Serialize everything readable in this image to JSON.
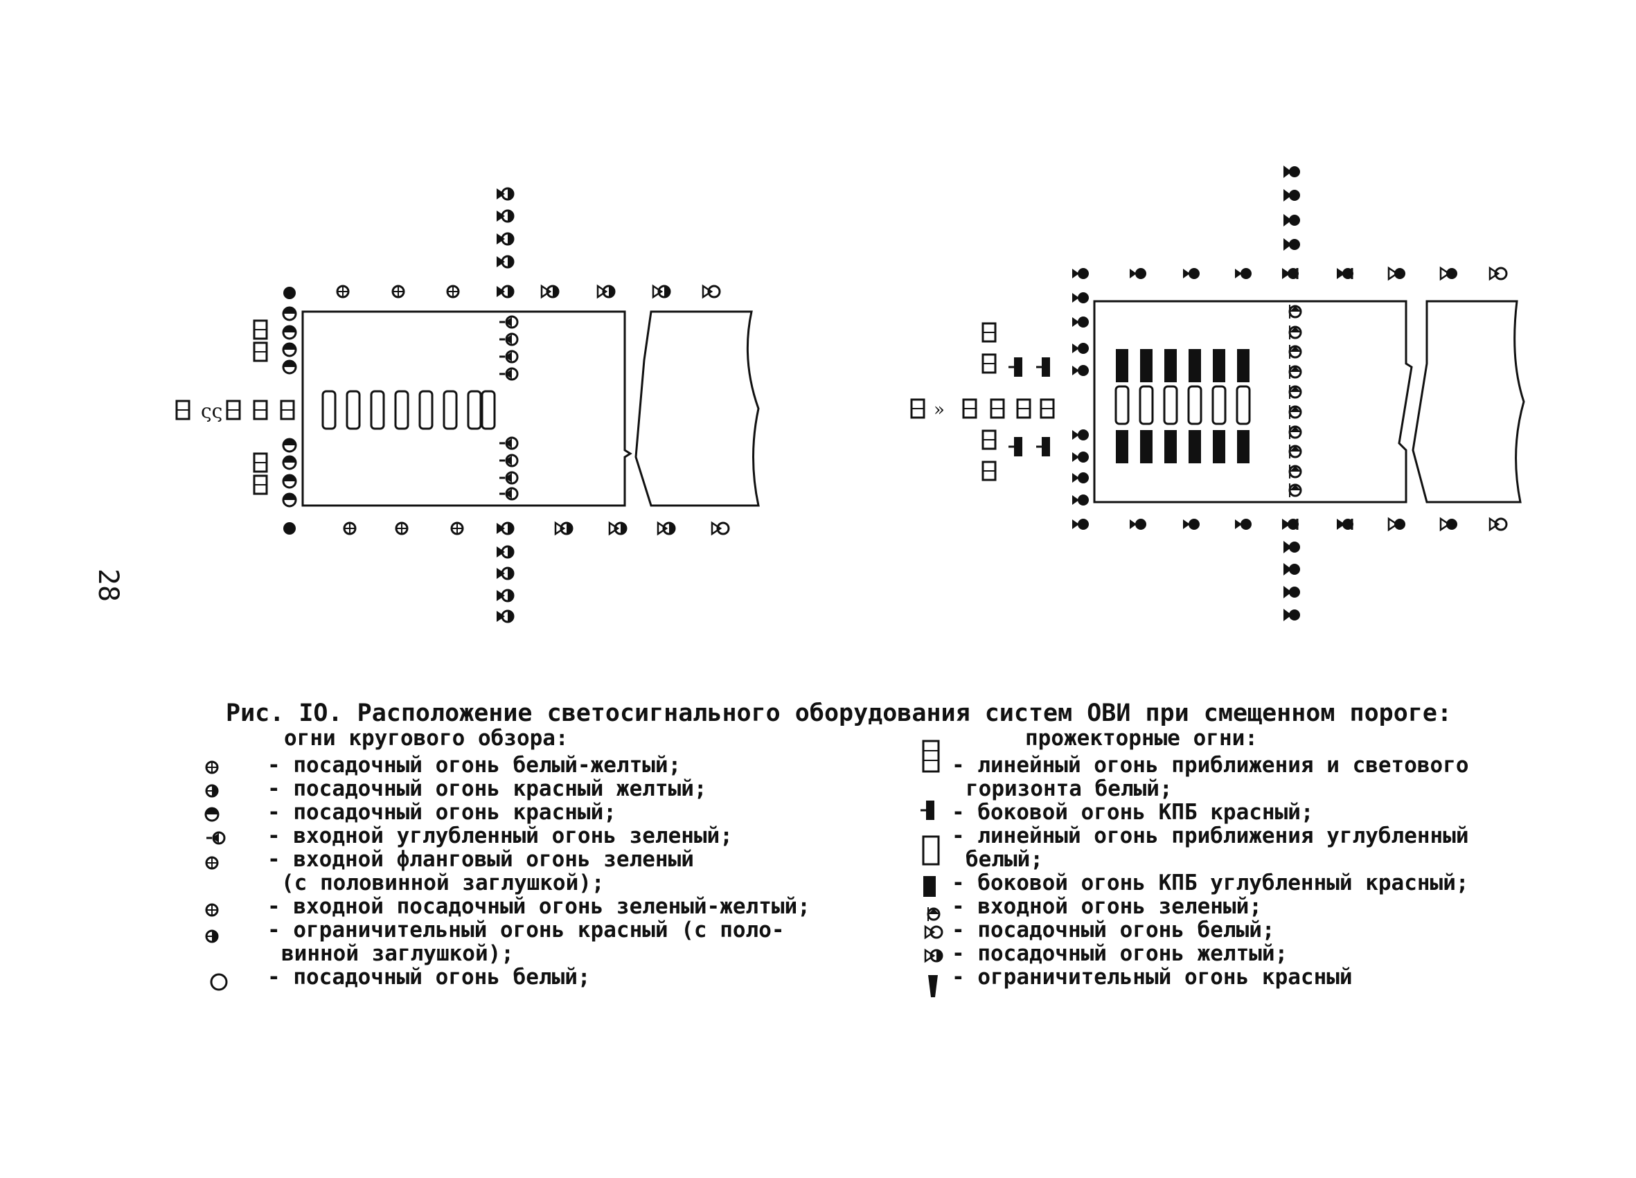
{
  "page_number": "28",
  "figure": {
    "caption": "Рис. IO. Расположение светосигнального оборудования систем ОВИ при смещенном пороге:"
  },
  "legend": {
    "omni": {
      "title": "огни кругового обзора:",
      "items": [
        {
          "icon": "landing-white-yellow-icon",
          "text": "- посадочный огонь белый-желтый;"
        },
        {
          "icon": "landing-red-yellow-icon",
          "text": "- посадочный огонь красный желтый;"
        },
        {
          "icon": "landing-red-icon",
          "text": "- посадочный огонь красный;"
        },
        {
          "icon": "threshold-recessed-green-icon",
          "text": "- входной углубленный огонь зеленый;"
        },
        {
          "icon": "threshold-wingbar-green-icon",
          "text": "- входной фланговый огонь зеленый\n(с половинной заглушкой);"
        },
        {
          "icon": "threshold-landing-green-yellow-icon",
          "text": "- входной посадочный огонь зеленый-желтый;"
        },
        {
          "icon": "end-red-half-shield-icon",
          "text": "- ограничительный огонь красный (с поло-\nвинной заглушкой);"
        },
        {
          "icon": "landing-white-icon",
          "text": "- посадочный огонь белый;"
        }
      ]
    },
    "projector": {
      "title": "прожекторные огни:",
      "items": [
        {
          "icon": "approach-crossbar-white-icon",
          "text": "- линейный огонь приближения и светового\nгоризонта белый;"
        },
        {
          "icon": "side-row-red-icon",
          "text": "- боковой огонь КПБ красный;"
        },
        {
          "icon": "approach-recessed-white-icon",
          "text": "- линейный огонь приближения углубленный\nбелый;"
        },
        {
          "icon": "side-row-recessed-red-icon",
          "text": "- боковой огонь КПБ углубленный красный;"
        },
        {
          "icon": "threshold-green-icon",
          "text": "- входной огонь зеленый;"
        },
        {
          "icon": "landing-white-projector-icon",
          "text": "- посадочный огонь белый;"
        },
        {
          "icon": "landing-yellow-projector-icon",
          "text": "- посадочный огонь желтый;"
        },
        {
          "icon": "end-red-projector-icon",
          "text": "- ограничительный огонь красный"
        }
      ]
    }
  },
  "colors": {
    "ink": "#111111",
    "paper": "#ffffff"
  }
}
